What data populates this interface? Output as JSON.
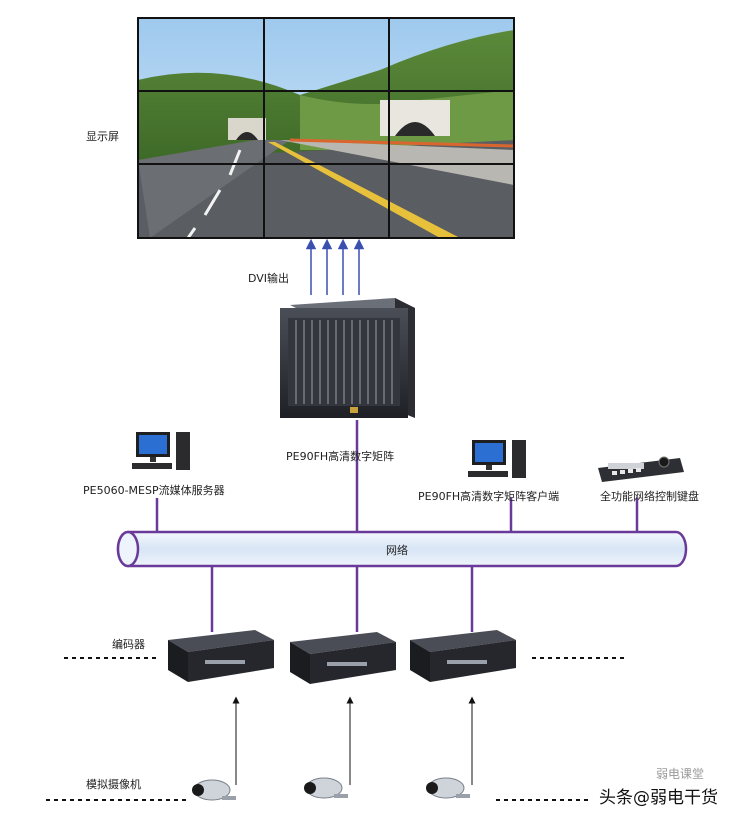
{
  "labels": {
    "display": "显示屏",
    "dvi_output": "DVI输出",
    "matrix": "PE90FH高清数字矩阵",
    "streaming_server": "PE5060-MESP流媒体服务器",
    "matrix_client": "PE90FH高清数字矩阵客户端",
    "control_keyboard": "全功能网络控制键盘",
    "network": "网络",
    "encoder": "编码器",
    "analog_camera": "模拟摄像机"
  },
  "watermark": {
    "main": "头条@弱电干货",
    "faded": "弱电课堂"
  },
  "colors": {
    "network_line": "#6a3a9a",
    "arrow_blue": "#3a4fb0",
    "pipe_stroke": "#6a3a9a",
    "pipe_fill": "#dfe9f6"
  }
}
